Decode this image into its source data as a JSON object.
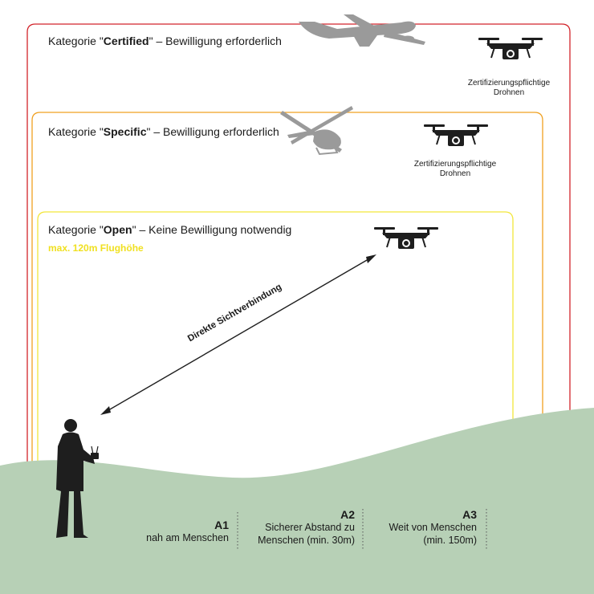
{
  "categories": [
    {
      "prefix": "Kategorie \"",
      "name": "Certified",
      "suffix": "\" – Bewilligung erforderlich",
      "color": "#d2232a",
      "drone_label_line1": "Zertifizierungspflichtige",
      "drone_label_line2": "Drohnen",
      "aircraft_icon": "airplane-icon"
    },
    {
      "prefix": "Kategorie \"",
      "name": "Specific",
      "suffix": "\" – Bewilligung erforderlich",
      "color": "#f0a020",
      "drone_label_line1": "Zertifizierungspflichtige",
      "drone_label_line2": "Drohnen",
      "aircraft_icon": "helicopter-icon"
    },
    {
      "prefix": "Kategorie \"",
      "name": "Open",
      "suffix": "\" – Keine Bewilligung notwendig",
      "color": "#f2e63a",
      "altitude_note": "max. 120m Flughöhe"
    }
  ],
  "line_of_sight_label": "Direkte Sichtverbindung",
  "subcategories": [
    {
      "code": "A1",
      "line1": "nah am Menschen",
      "line2": ""
    },
    {
      "code": "A2",
      "line1": "Sicherer Abstand zu",
      "line2": "Menschen (min. 30m)"
    },
    {
      "code": "A3",
      "line1": "Weit von Menschen",
      "line2": "(min. 150m)"
    }
  ],
  "colors": {
    "ground": "#b7d0b6",
    "silhouette": "#1e1e1e",
    "aircraft": "#9a9a9a"
  }
}
